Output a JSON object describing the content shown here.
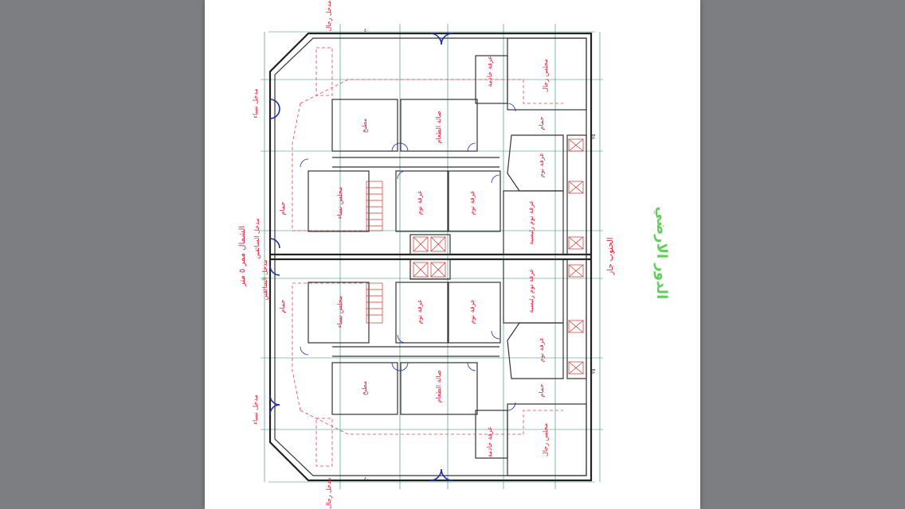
{
  "plan": {
    "title": "الدور الارضي",
    "north_side": "الشمال ممر ٥ متر",
    "south_side": "الجنوب جار",
    "entrances": {
      "upper_men": "مدخل رجال",
      "upper_women": "مدخل نساء",
      "left_entrance": "مدخل السائقين",
      "right_entrance": "مدخل السائقين",
      "lower_women": "مدخل نساء",
      "lower_men": "مدخل رجال"
    },
    "rooms": {
      "men_majlis": "مجلس رجال",
      "women_majlis": "مجلس نساء",
      "kitchen": "مطبخ",
      "dining": "صالة الطعام",
      "bedroom": "غرفة نوم",
      "master_bedroom": "غرفة نوم رئيسية",
      "bath": "حمام",
      "maid": "غرفة خادمة"
    },
    "dimensions": {
      "d1": "٢٥",
      "d2": "٢٥",
      "d3": "٤٠",
      "d4": "٤٠"
    }
  }
}
